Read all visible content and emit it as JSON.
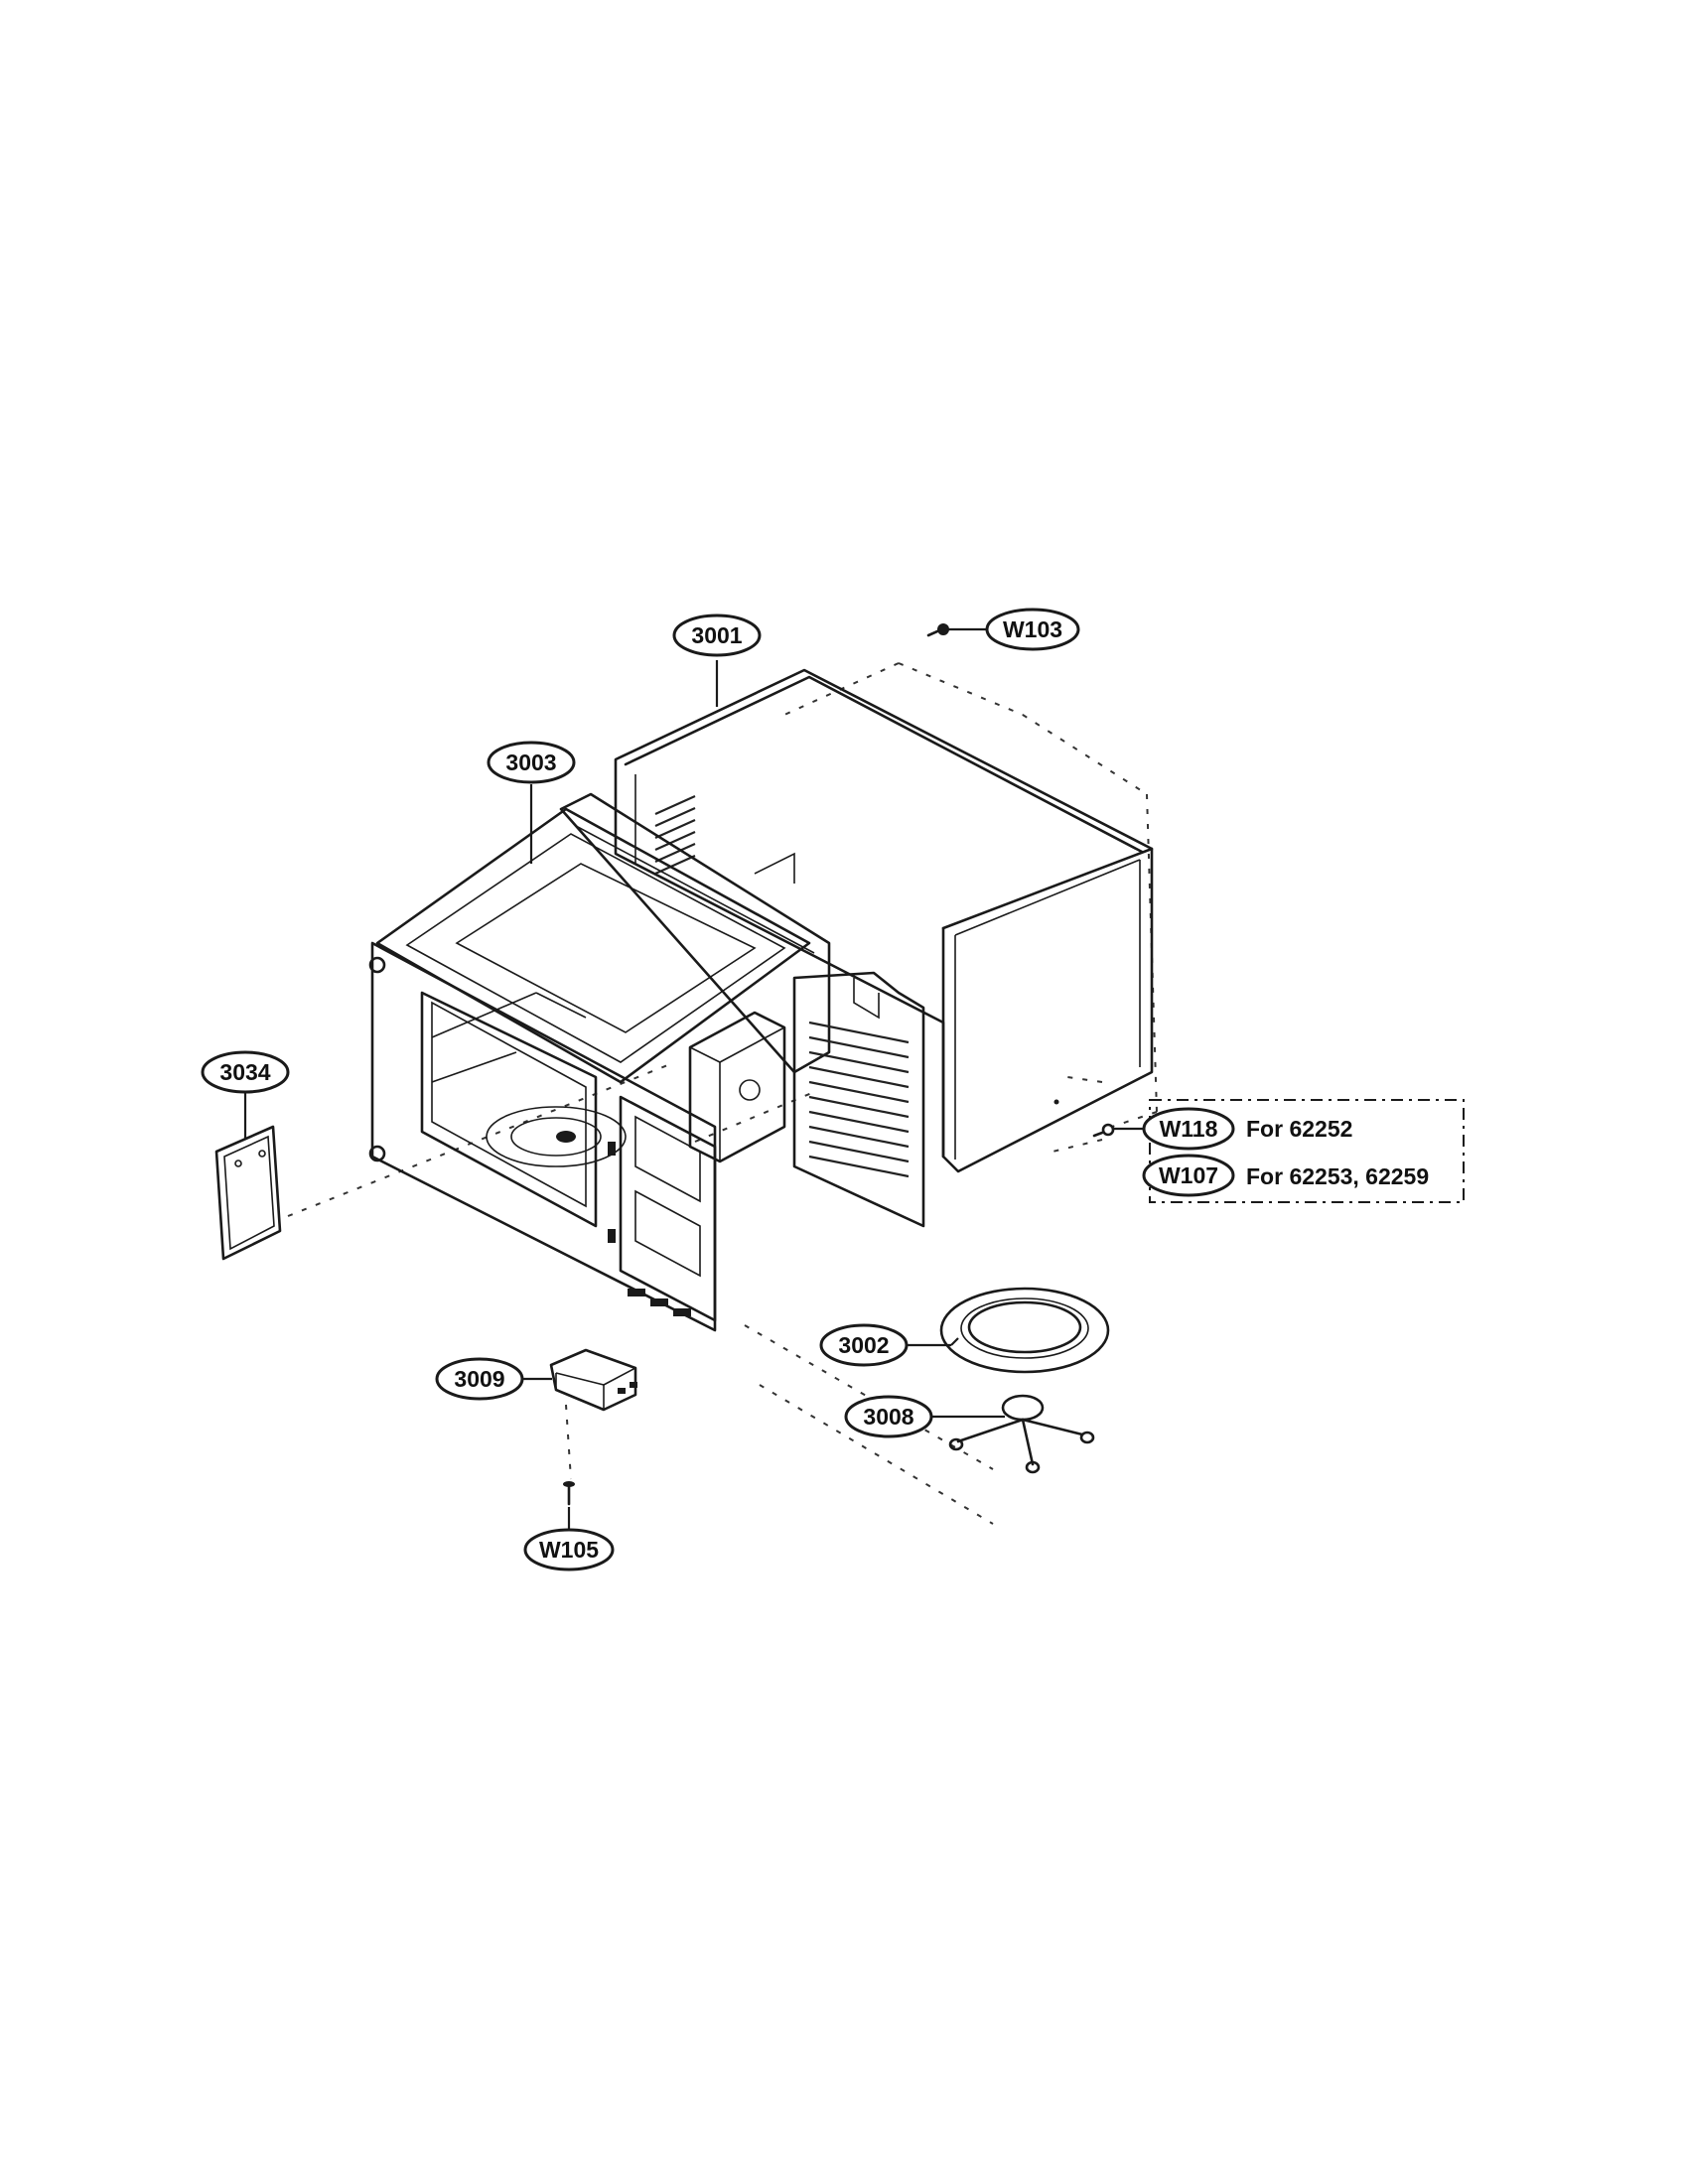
{
  "callouts": {
    "c3001": "3001",
    "cW103": "W103",
    "c3003": "3003",
    "c3034": "3034",
    "cW118": "W118",
    "cW107": "W107",
    "c3002": "3002",
    "c3009": "3009",
    "c3008": "3008",
    "cW105": "W105"
  },
  "notes": {
    "w118_note": "For 62252",
    "w107_note": "For 62253, 62259"
  }
}
